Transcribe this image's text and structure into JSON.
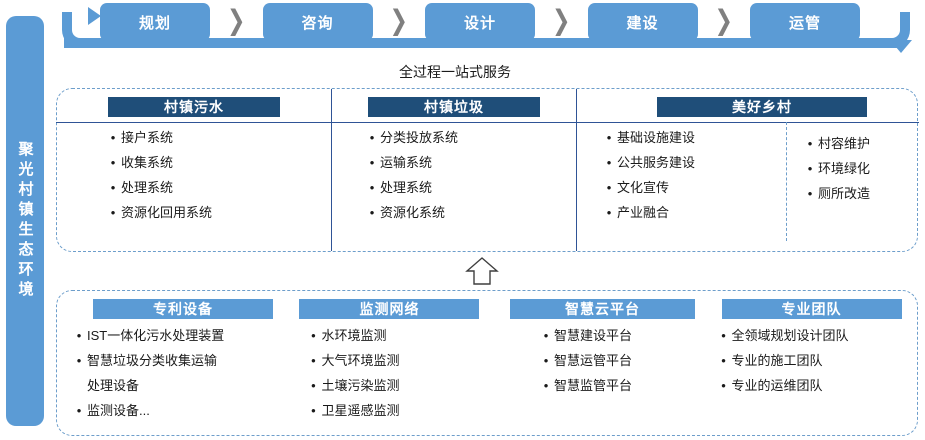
{
  "sidebar": {
    "label": "聚光村镇生态环境"
  },
  "flow": {
    "steps": [
      {
        "label": "规划"
      },
      {
        "label": "咨询"
      },
      {
        "label": "设计"
      },
      {
        "label": "建设"
      },
      {
        "label": "运管"
      }
    ],
    "separator": "❯",
    "loop_arrow_start": "arrow-right-icon",
    "loop_arrow_end": "arrow-down-icon",
    "track_color": "#5B9BD5"
  },
  "subtitle": "全过程一站式服务",
  "top_panel": {
    "columns": [
      {
        "header": "村镇污水",
        "header_style": "dark",
        "items": [
          "接户系统",
          "收集系统",
          "处理系统",
          "资源化回用系统"
        ]
      },
      {
        "header": "村镇垃圾",
        "header_style": "dark",
        "items": [
          "分类投放系统",
          "运输系统",
          "处理系统",
          "资源化系统"
        ]
      },
      {
        "header": "美好乡村",
        "header_style": "dark",
        "items": [
          "基础设施建设",
          "公共服务建设",
          "文化宣传",
          "产业融合"
        ]
      },
      {
        "header": "",
        "header_style": "none",
        "items": [
          "村容维护",
          "环境绿化",
          "厕所改造"
        ]
      }
    ]
  },
  "connector": {
    "icon": "up-arrow-icon"
  },
  "bottom_panel": {
    "columns": [
      {
        "header": "专利设备",
        "header_style": "mid",
        "items": [
          {
            "text": "IST一体化污水处理装置",
            "bullet": true
          },
          {
            "text": "智慧垃圾分类收集运输",
            "bullet": true
          },
          {
            "text": "处理设备",
            "bullet": false
          },
          {
            "text": "监测设备...",
            "bullet": true
          }
        ]
      },
      {
        "header": "监测网络",
        "header_style": "mid",
        "items": [
          {
            "text": "水环境监测",
            "bullet": true
          },
          {
            "text": "大气环境监测",
            "bullet": true
          },
          {
            "text": "土壤污染监测",
            "bullet": true
          },
          {
            "text": "卫星遥感监测",
            "bullet": true
          }
        ]
      },
      {
        "header": "智慧云平台",
        "header_style": "mid",
        "items": [
          {
            "text": "智慧建设平台",
            "bullet": true
          },
          {
            "text": "智慧运管平台",
            "bullet": true
          },
          {
            "text": "智慧监管平台",
            "bullet": true
          }
        ]
      },
      {
        "header": "专业团队",
        "header_style": "mid",
        "items": [
          {
            "text": "全领域规划设计团队",
            "bullet": true
          },
          {
            "text": "专业的施工团队",
            "bullet": true
          },
          {
            "text": "专业的运维团队",
            "bullet": true
          }
        ]
      }
    ]
  },
  "colors": {
    "accent_mid": "#5B9BD5",
    "accent_dark": "#1F4E79",
    "border_dashed": "#6D9ECB",
    "rule": "#2F5496",
    "chevron": "#808080"
  }
}
